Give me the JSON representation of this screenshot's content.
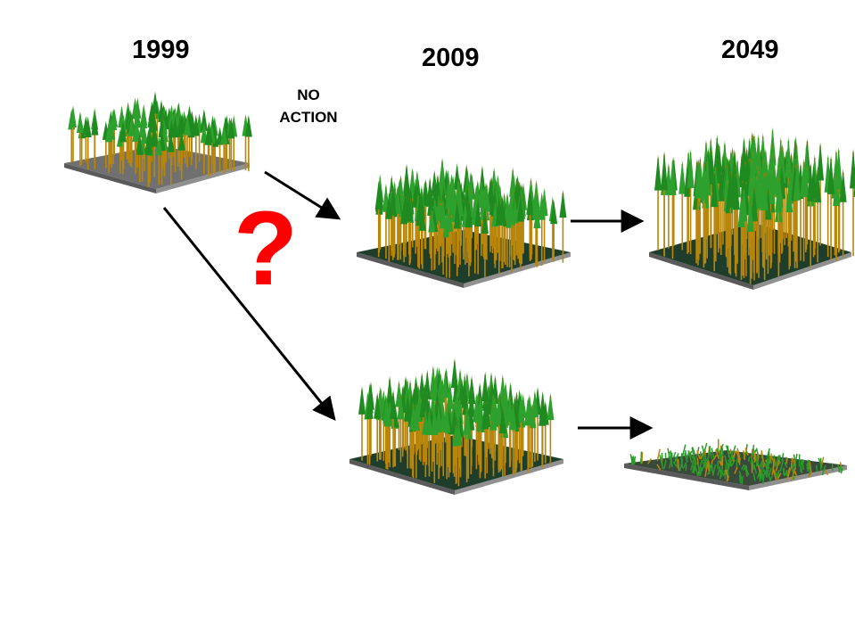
{
  "years": {
    "y1999": "1999",
    "y2009": "2009",
    "y2049": "2049"
  },
  "no_action_label": {
    "line1": "NO",
    "line2": "ACTION"
  },
  "question_mark": "?",
  "colors": {
    "trunk": "#b8860b",
    "foliage": "#1f8a1f",
    "base": "#808080",
    "ground": "#1e3d2a",
    "arrow": "#000000",
    "question": "#ff0000"
  }
}
